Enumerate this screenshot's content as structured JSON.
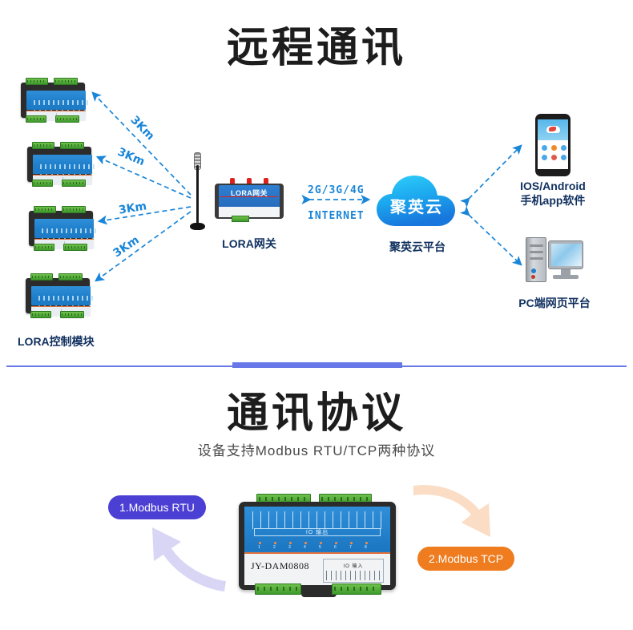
{
  "sections": {
    "remote": {
      "title": "远程通讯",
      "modules_label": "LORA控制模块",
      "gateway_label": "LORA网关",
      "gateway_device_text": "LORA网关",
      "cloud_text": "聚英云",
      "cloud_label": "聚英云平台",
      "phone_label_line1": "IOS/Android",
      "phone_label_line2": "手机app软件",
      "pc_label": "PC端网页平台",
      "link_distances": [
        "3Km",
        "3Km",
        "3Km",
        "3Km"
      ],
      "internet_line1": "2G/3G/4G",
      "internet_line2": "INTERNET"
    },
    "protocol": {
      "title": "通讯协议",
      "subtitle": "设备支持Modbus RTU/TCP两种协议",
      "pill_left": "1.Modbus RTU",
      "pill_right": "2.Modbus TCP",
      "device_model": "JY-DAM0808",
      "device_io_output": "IO 输出",
      "device_io_input": "IO 输入",
      "led_numbers": [
        "1",
        "2",
        "3",
        "4",
        "5",
        "6",
        "7",
        "8"
      ]
    }
  },
  "colors": {
    "accent_blue": "#1a86d8",
    "label_navy": "#10305f",
    "divider": "#6878e8",
    "pill_left_bg": "#4b3fd4",
    "pill_right_bg": "#ef7c1f",
    "arrow_left_fill": "#d9d6f5",
    "arrow_right_fill": "#fbdcc4"
  }
}
